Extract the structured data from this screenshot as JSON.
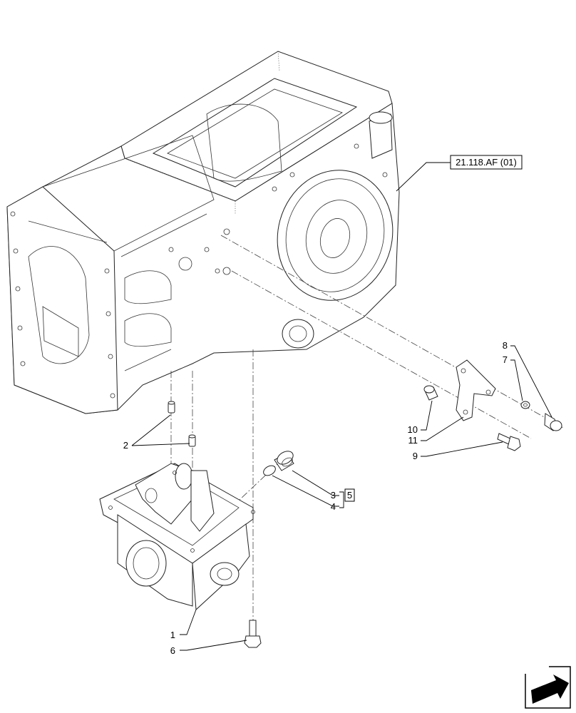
{
  "diagram": {
    "reference_tag": "21.118.AF (01)",
    "callouts": [
      {
        "id": "c1",
        "text": "1"
      },
      {
        "id": "c2",
        "text": "2"
      },
      {
        "id": "c3",
        "text": "3"
      },
      {
        "id": "c4",
        "text": "4"
      },
      {
        "id": "c5",
        "text": "5"
      },
      {
        "id": "c6",
        "text": "6"
      },
      {
        "id": "c7",
        "text": "7"
      },
      {
        "id": "c8",
        "text": "8"
      },
      {
        "id": "c9",
        "text": "9"
      },
      {
        "id": "c10",
        "text": "10"
      },
      {
        "id": "c11",
        "text": "11"
      }
    ]
  },
  "nav": {
    "icon": "next-page-arrow-icon"
  }
}
